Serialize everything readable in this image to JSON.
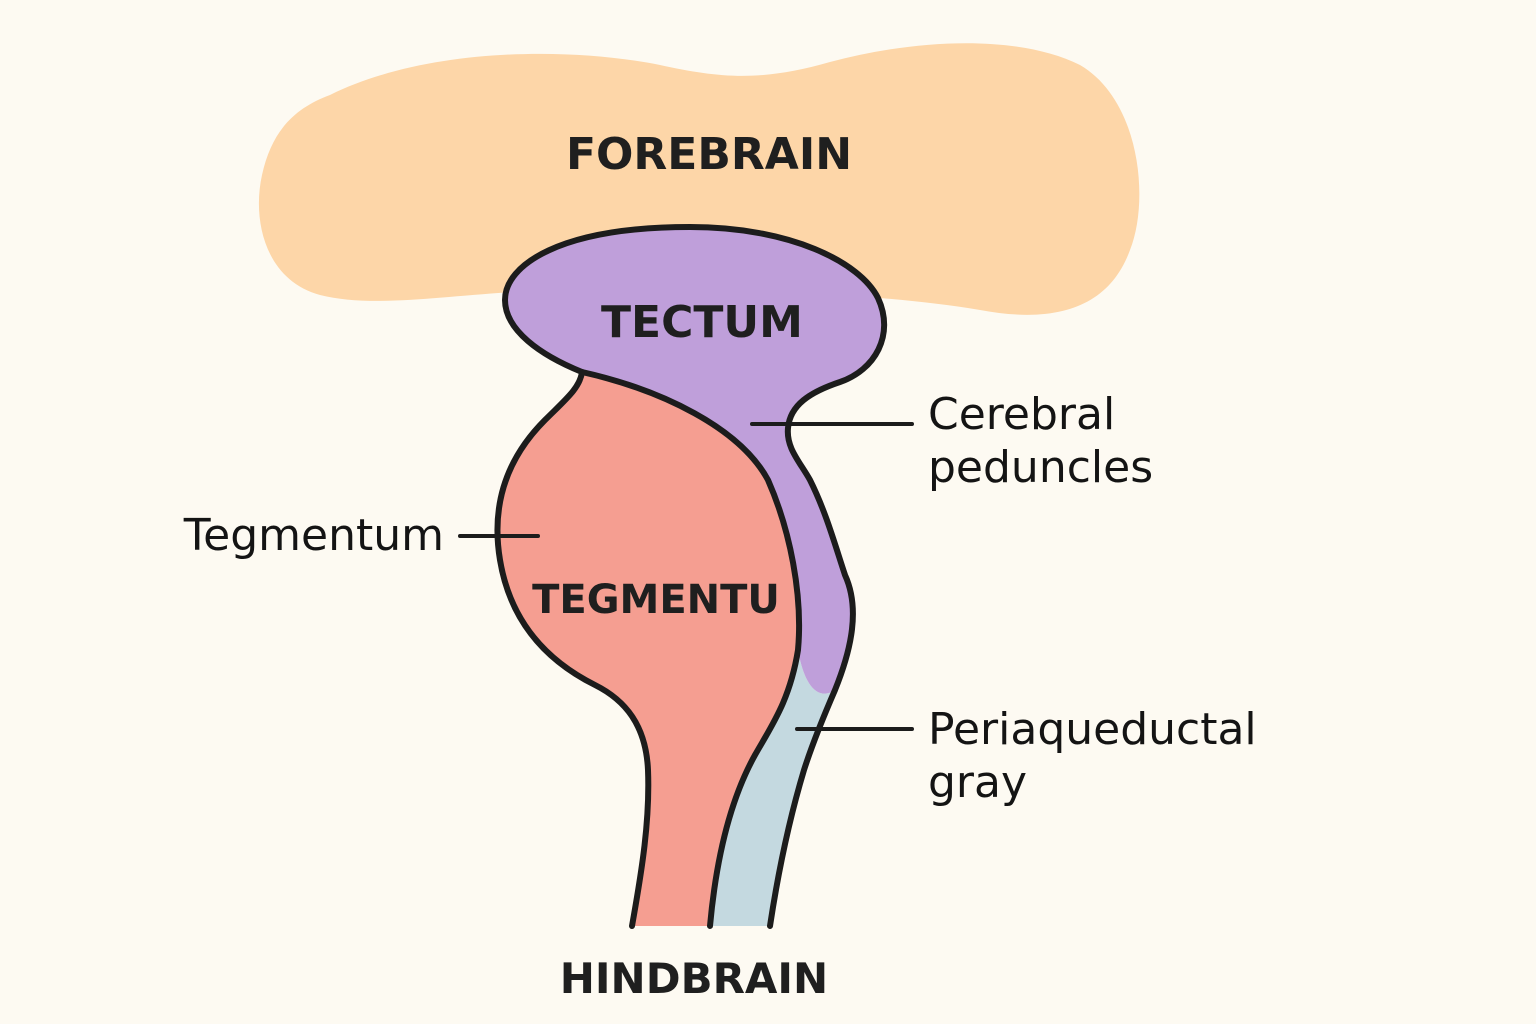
{
  "colors": {
    "background": "#fdfaf2",
    "forebrain": "#fdd6a8",
    "tectum": "#bf9fda",
    "tegmentum": "#f59e91",
    "periaqueductal_gray": "#c4d9e0",
    "outline": "#1c1c1c"
  },
  "regions": {
    "forebrain": "FOREBRAIN",
    "tectum": "TECTUM",
    "tegmentum": "TEGMENTU",
    "hindbrain": "HINDBRAIN"
  },
  "callouts": {
    "cerebral_peduncles": [
      "Cerebral",
      "peduncles"
    ],
    "tegmentum": "Tegmentum",
    "periaqueductal_gray": [
      "Periaqueductal",
      "gray"
    ]
  }
}
